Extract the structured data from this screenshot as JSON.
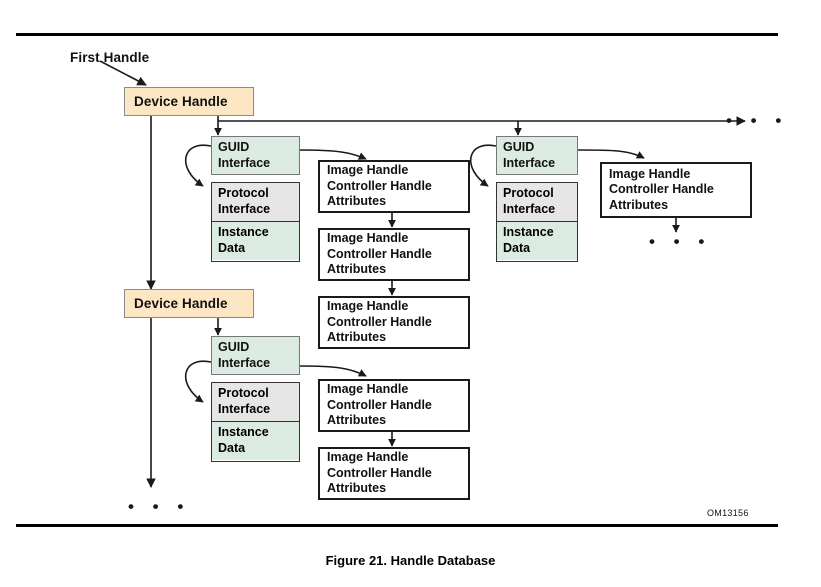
{
  "figure": {
    "caption": "Figure 21. Handle Database",
    "id_code": "OM13156",
    "first_handle_label": "First Handle"
  },
  "labels": {
    "device_handle": "Device Handle",
    "guid_line1": "GUID",
    "guid_line2": "Interface",
    "protocol_line1": "Protocol",
    "protocol_line2": "Interface",
    "instance_line1": "Instance",
    "instance_line2": "Data",
    "image_line1": "Image Handle",
    "image_line2": "Controller Handle",
    "image_line3": "Attributes",
    "ellipsis": "• • •"
  },
  "colors": {
    "device_handle_fill": "#fce6c4",
    "guid_fill": "#dcebe1",
    "protocol_fill": "#e6e6e6",
    "instance_fill": "#dcebe1",
    "image_fill": "#ffffff",
    "border_dark": "#1a1a1a",
    "text": "#111111"
  },
  "diagram": {
    "device_handles": [
      {
        "name": "device-handle-1",
        "label": "Device Handle"
      },
      {
        "name": "device-handle-2",
        "label": "Device Handle"
      }
    ],
    "guid_nodes": [
      {
        "name": "guid-interface-1",
        "column": "left",
        "handle": 1
      },
      {
        "name": "guid-interface-2",
        "column": "right",
        "handle": 1
      },
      {
        "name": "guid-interface-3",
        "column": "left",
        "handle": 2
      }
    ],
    "protocol_nodes": [
      {
        "name": "protocol-instance-1",
        "column": "left",
        "handle": 1
      },
      {
        "name": "protocol-instance-2",
        "column": "right",
        "handle": 1
      },
      {
        "name": "protocol-instance-3",
        "column": "left",
        "handle": 2
      }
    ],
    "image_handle_chains": [
      {
        "name": "image-chain-left-1",
        "count": 3
      },
      {
        "name": "image-chain-right-1",
        "count": 1
      },
      {
        "name": "image-chain-left-2",
        "count": 2
      }
    ],
    "ellipses": [
      {
        "name": "ellipsis-bus-right",
        "meaning": "more device handles on bus"
      },
      {
        "name": "ellipsis-image-right",
        "meaning": "more image handle records"
      },
      {
        "name": "ellipsis-device-chain",
        "meaning": "more device handles below"
      }
    ]
  }
}
